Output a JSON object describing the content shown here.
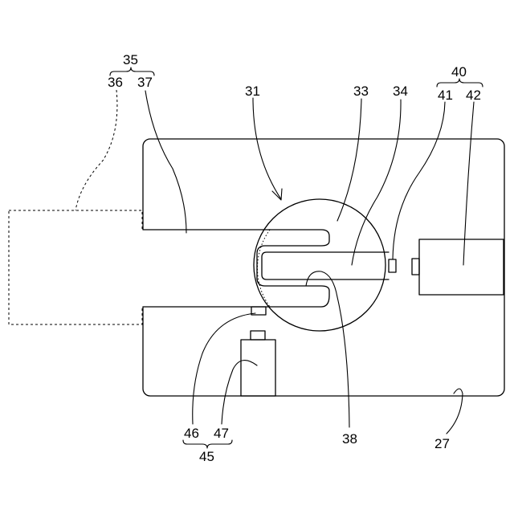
{
  "labels": {
    "l35": "35",
    "l36": "36",
    "l37": "37",
    "l31": "31",
    "l33": "33",
    "l34": "34",
    "l40": "40",
    "l41": "41",
    "l42": "42",
    "l46": "46",
    "l47": "47",
    "l45": "45",
    "l38": "38",
    "l27": "27"
  }
}
